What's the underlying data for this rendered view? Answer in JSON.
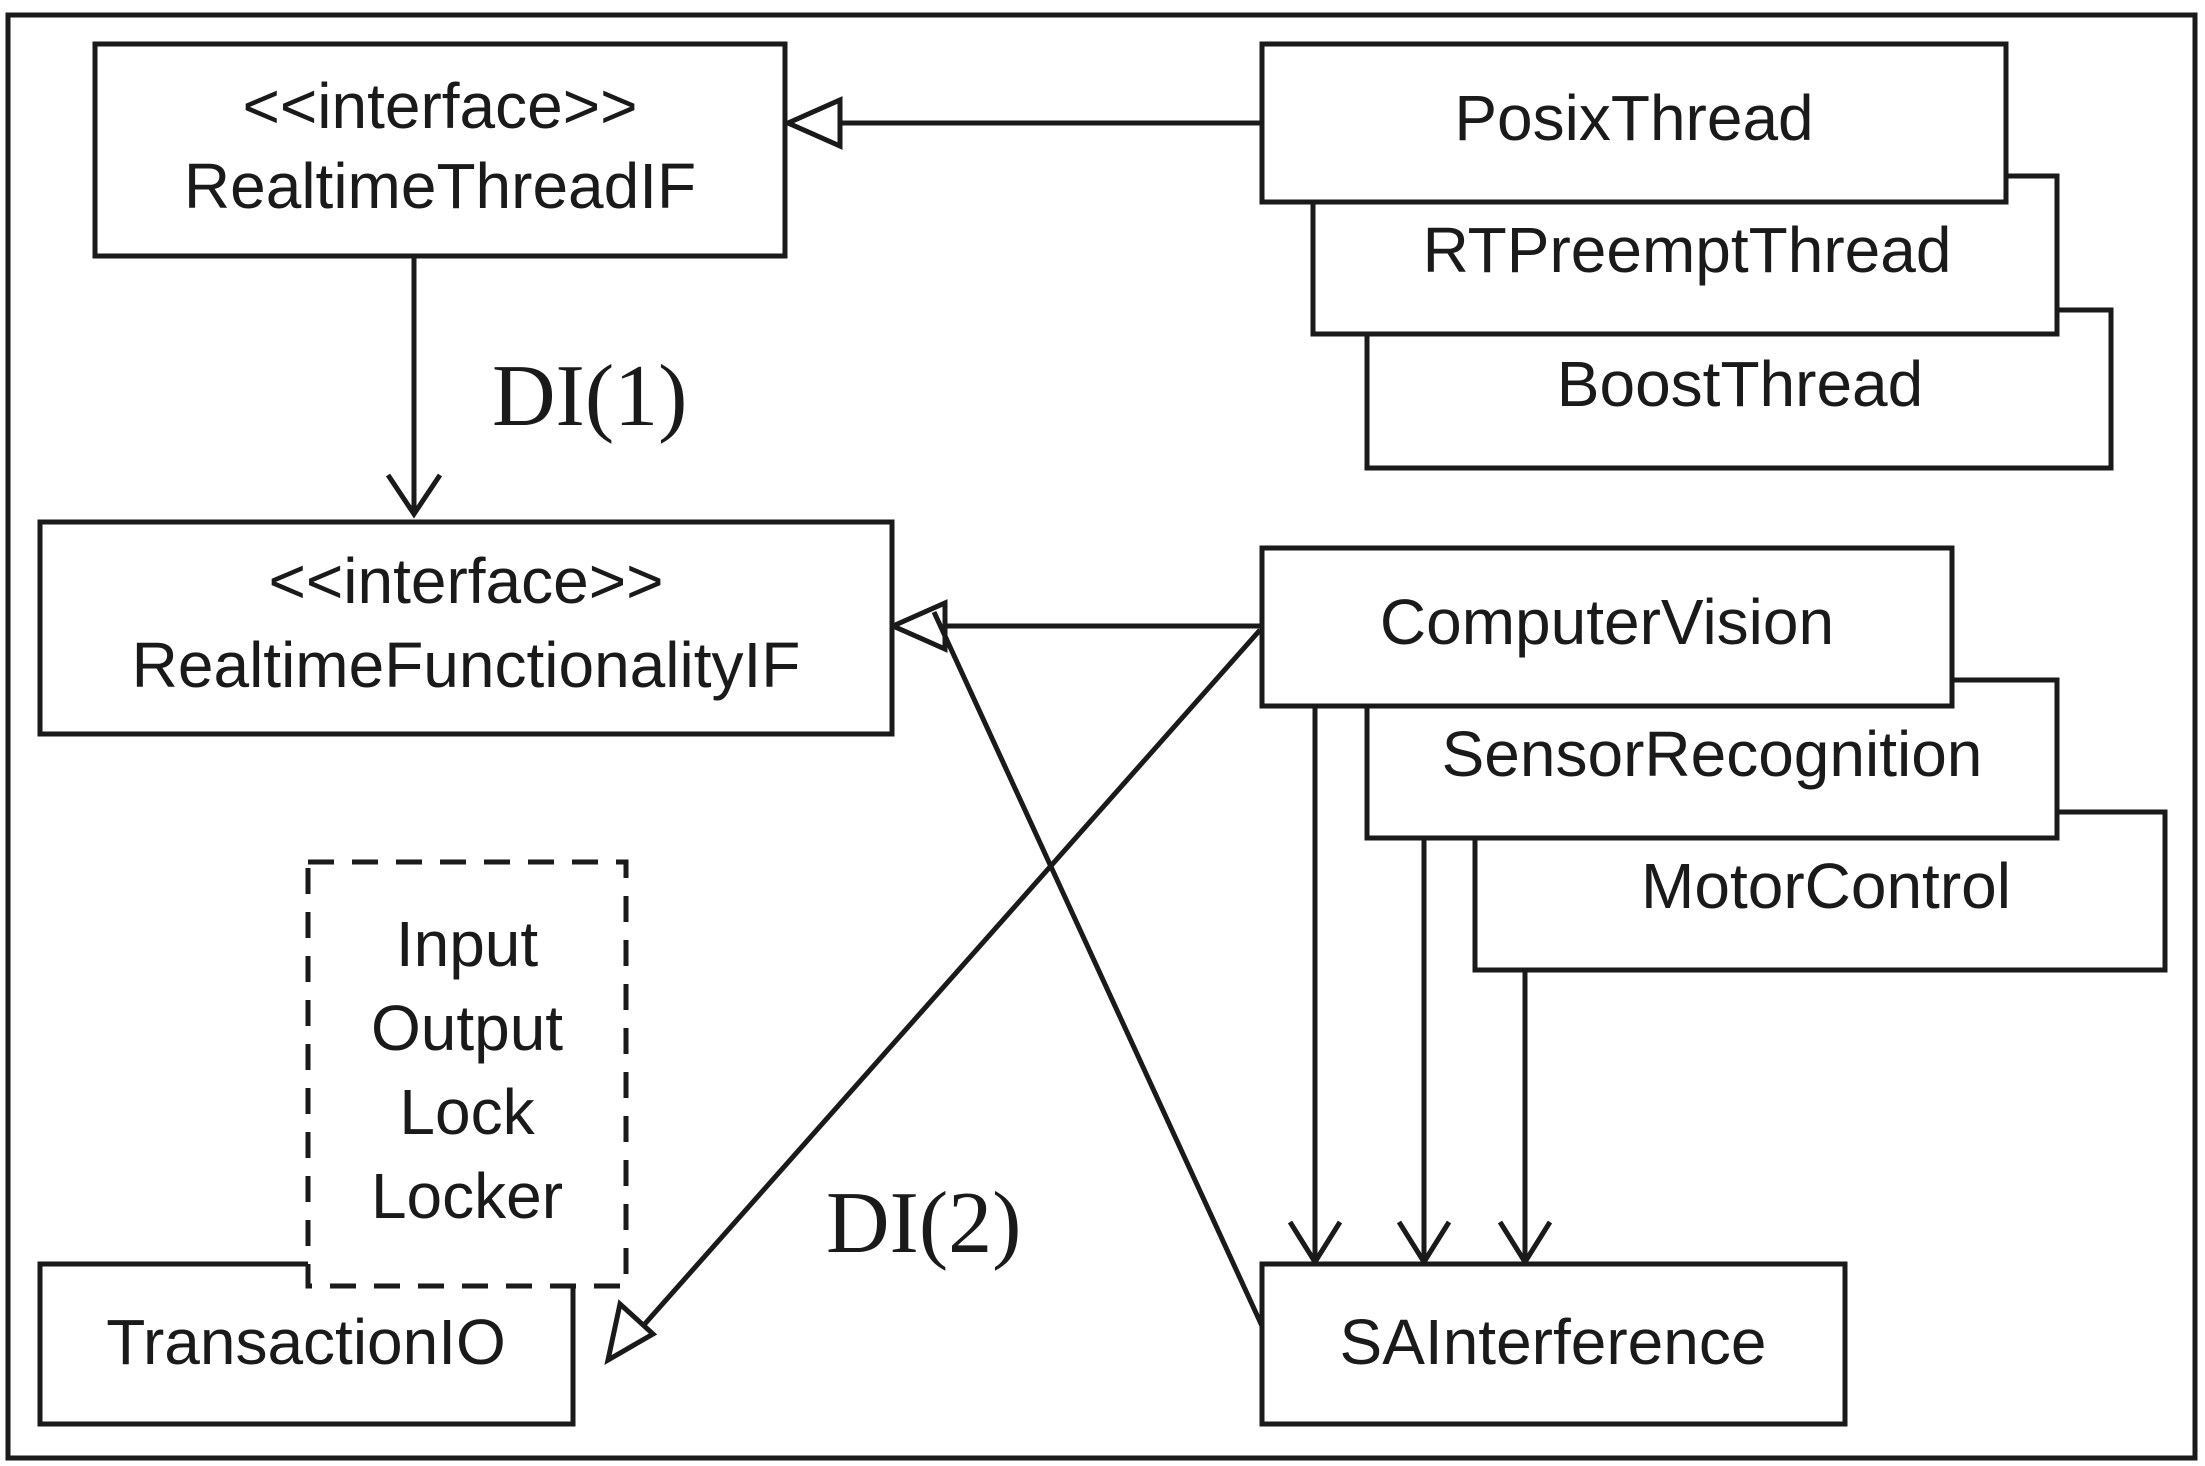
{
  "boxes": {
    "realtime_thread_if": {
      "stereotype": "<<interface>>",
      "name": "RealtimeThreadIF"
    },
    "realtime_functionality_if": {
      "stereotype": "<<interface>>",
      "name": "RealtimeFunctionalityIF"
    },
    "posix_thread": {
      "name": "PosixThread"
    },
    "rt_preempt_thread": {
      "name": "RTPreemptThread"
    },
    "boost_thread": {
      "name": "BoostThread"
    },
    "computer_vision": {
      "name": "ComputerVision"
    },
    "sensor_recognition": {
      "name": "SensorRecognition"
    },
    "motor_control": {
      "name": "MotorControl"
    },
    "transaction_io": {
      "name": "TransactionIO"
    },
    "sa_interference": {
      "name": "SAInterference"
    },
    "io_note": {
      "lines": [
        "Input",
        "Output",
        "Lock",
        "Locker"
      ]
    }
  },
  "labels": {
    "di1": "DI(1)",
    "di2": "DI(2)"
  },
  "colors": {
    "stroke": "#1a1a1a",
    "background": "#ffffff"
  }
}
